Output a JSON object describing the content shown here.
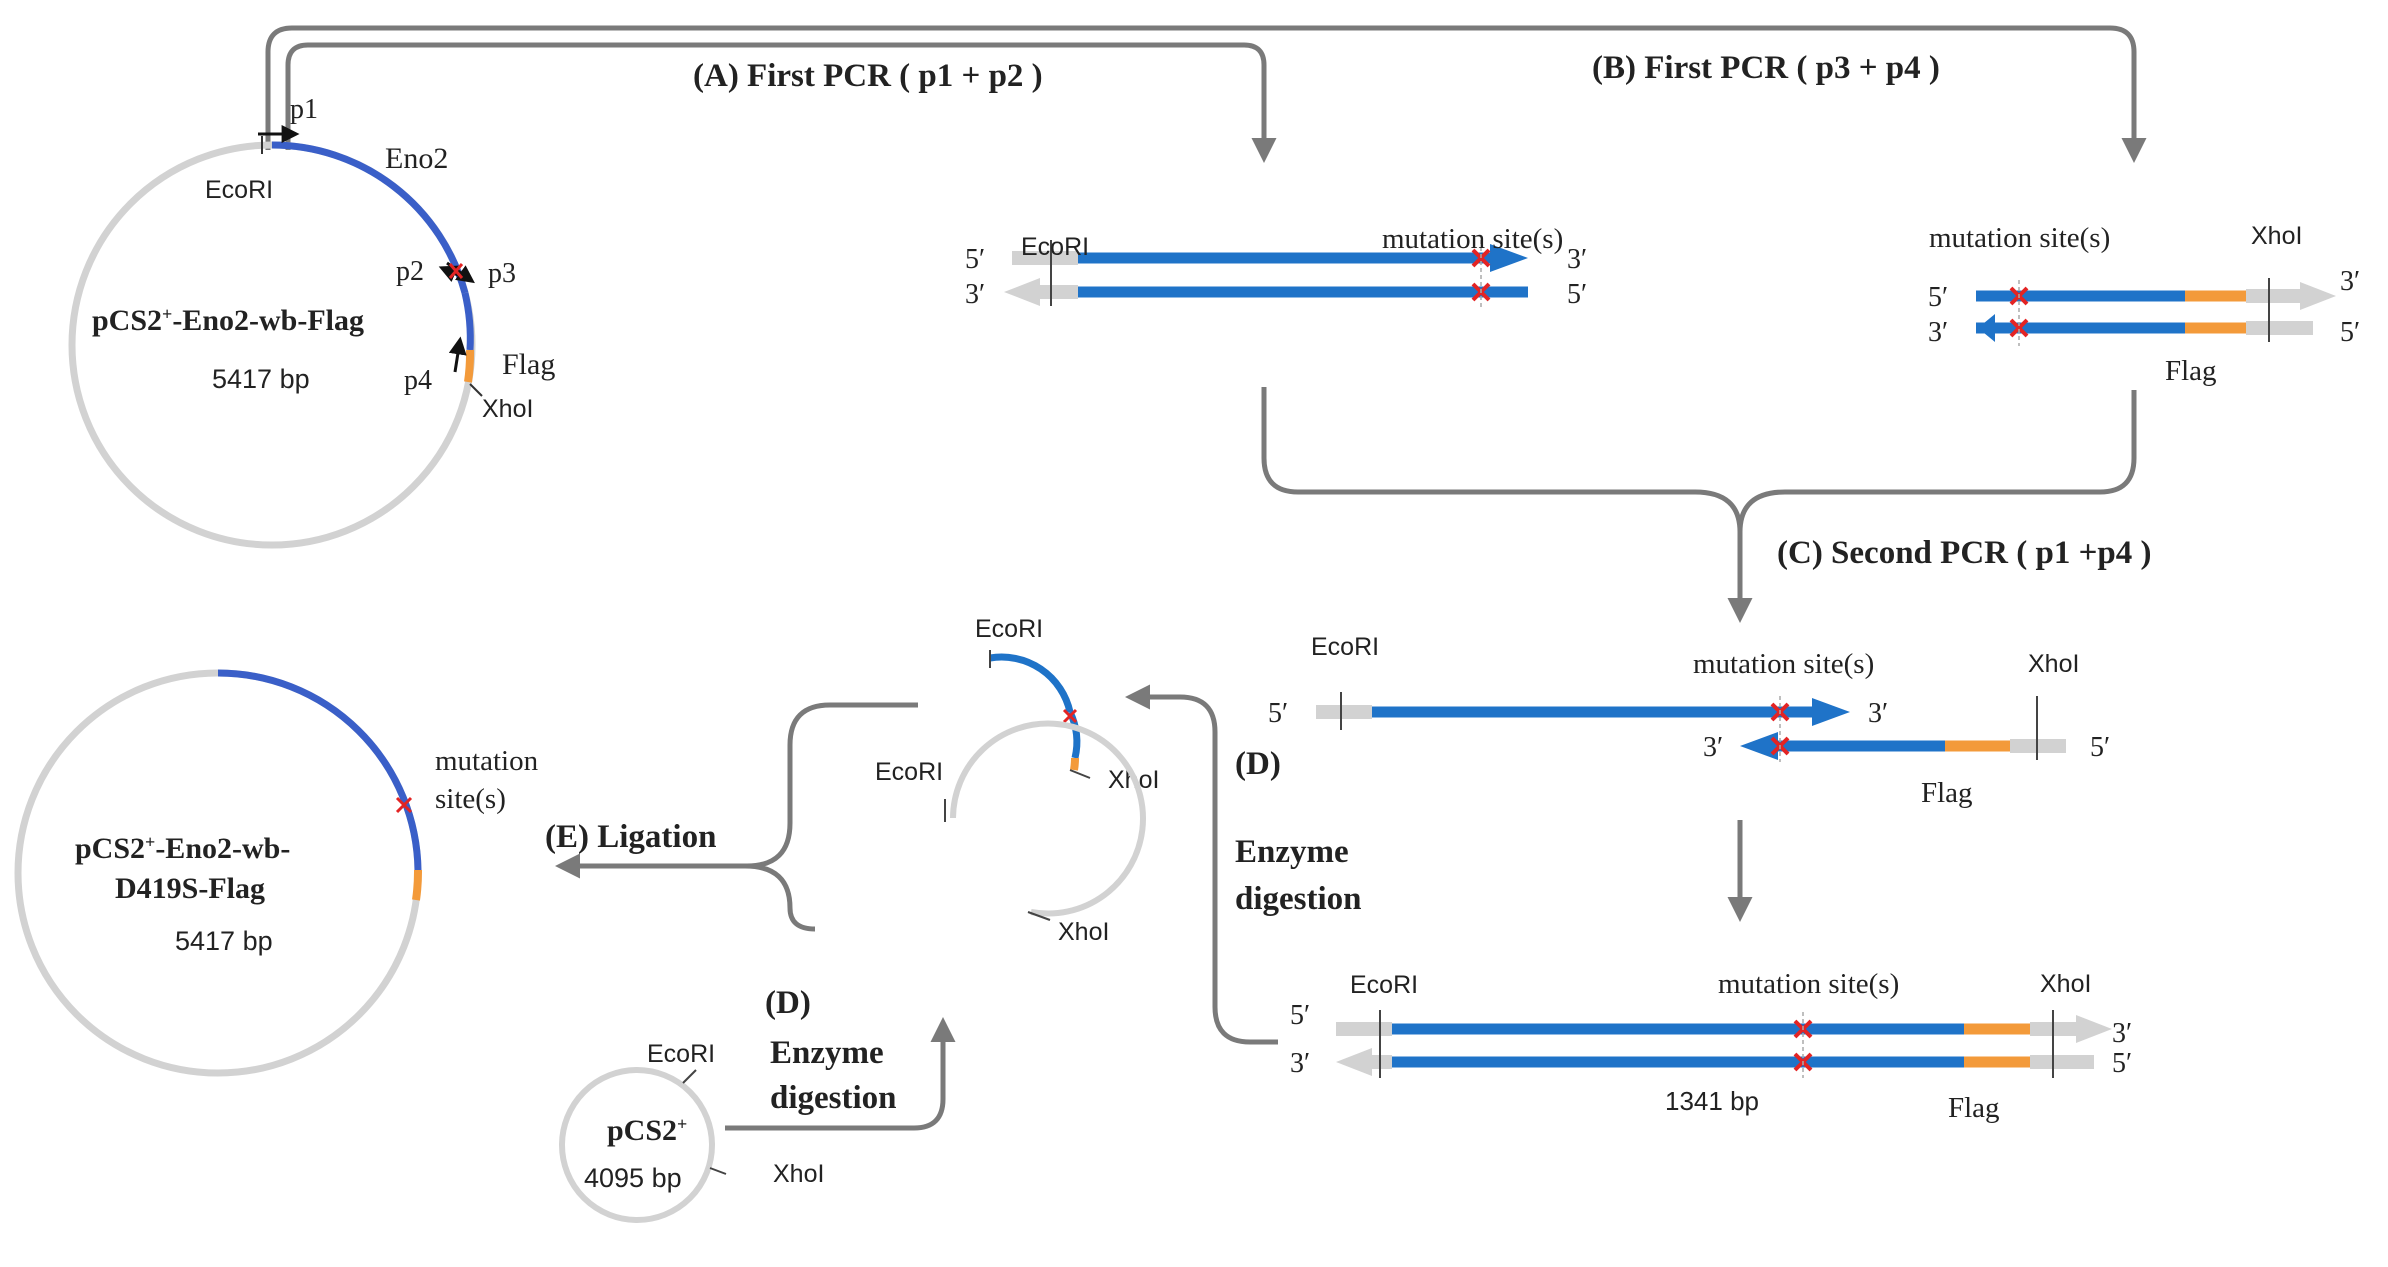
{
  "colors": {
    "gene": "#3a5fc8",
    "insert": "#1f73c8",
    "flag": "#f39a3a",
    "vector": "#d2d2d2",
    "flow": "#7a7a7a",
    "mutation": "#e32424",
    "text": "#222222"
  },
  "plasmid_top": {
    "name_main": "pCS2",
    "name_sup": "+",
    "name_rest": "-Eno2-wb-Flag",
    "size": "5417 bp",
    "p1": "p1",
    "p2": "p2",
    "p3": "p3",
    "p4": "p4",
    "eno2": "Eno2",
    "ecori": "EcoRI",
    "flag": "Flag",
    "xhoi": "XhoI"
  },
  "steps": {
    "a": "(A) First PCR ( p1 + p2 )",
    "b": "(B) First PCR ( p3 + p4 )",
    "c": "(C) Second PCR ( p1 +p4 )",
    "d_label": "(D)",
    "d_line1": "Enzyme",
    "d_line2": "digestion",
    "e": "(E) Ligation"
  },
  "fragment_a": {
    "ecori": "EcoRI",
    "mutation": "mutation site(s)",
    "five_top": "5′",
    "three_top": "3′",
    "three_bottom": "3′",
    "five_bottom": "5′"
  },
  "fragment_b": {
    "mutation": "mutation site(s)",
    "xhoi": "XhoI",
    "flag": "Flag",
    "five_top": "5′",
    "three_top": "3′",
    "three_bottom": "3′",
    "five_bottom": "5′"
  },
  "fragment_c": {
    "ecori": "EcoRI",
    "mutation": "mutation site(s)",
    "xhoi": "XhoI",
    "flag": "Flag",
    "five_top": "5′",
    "three_top": "3′",
    "three_bottom": "3′",
    "five_bottom": "5′"
  },
  "fragment_final": {
    "ecori": "EcoRI",
    "mutation": "mutation site(s)",
    "xhoi": "XhoI",
    "flag": "Flag",
    "size": "1341 bp",
    "five_top": "5′",
    "three_top": "3′",
    "three_bottom": "3′",
    "five_bottom": "5′"
  },
  "digested_insert": {
    "ecori": "EcoRI",
    "xhoi": "XhoI"
  },
  "digested_vector": {
    "ecori": "EcoRI",
    "xhoi": "XhoI"
  },
  "vector_plasmid": {
    "name_main": "pCS2",
    "name_sup": "+",
    "size": "4095 bp",
    "ecori": "EcoRI",
    "xhoi": "XhoI"
  },
  "final_plasmid": {
    "name_line1_main": "pCS2",
    "name_line1_sup": "+",
    "name_line1_rest": "-Eno2-wb-",
    "name_line2": "D419S-Flag",
    "size": "5417 bp",
    "mutation_line1": "mutation",
    "mutation_line2": "site(s)"
  }
}
